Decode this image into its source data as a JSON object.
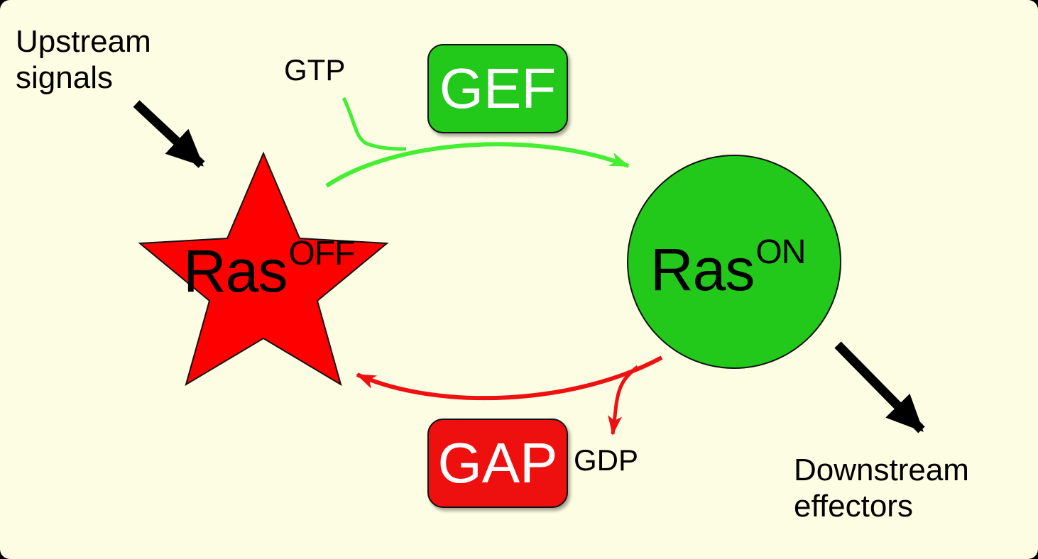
{
  "labels": {
    "upstream": "Upstream signals",
    "downstream": "Downstream effectors",
    "gtp": "GTP",
    "gdp": "GDP"
  },
  "nodes": {
    "ras_off": {
      "base": "Ras",
      "state": "OFF",
      "shape": "star",
      "color": "#ff0000"
    },
    "ras_on": {
      "base": "Ras",
      "state": "ON",
      "shape": "circle",
      "color": "#22c81a"
    }
  },
  "enzymes": {
    "gef": {
      "label": "GEF",
      "color": "#22c81a"
    },
    "gap": {
      "label": "GAP",
      "color": "#ee0f0f"
    }
  },
  "edges": {
    "activation": {
      "from": "ras_off",
      "to": "ras_on",
      "color": "#44ee33"
    },
    "inactivation": {
      "from": "ras_on",
      "to": "ras_off",
      "color": "#ee1111"
    }
  }
}
